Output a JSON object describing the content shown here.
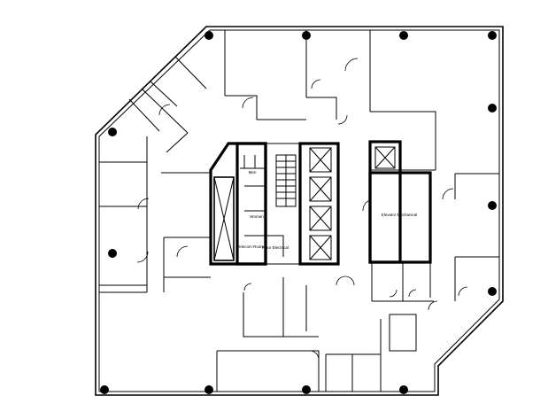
{
  "plan": {
    "labels": {
      "men": "Men",
      "women": "Women",
      "telecom": "Telecom\nRoom",
      "electrical": "Floor\nElectrical",
      "elevator_mechanical": "Elevator Mechanical"
    },
    "icons": {
      "column": "column-dot",
      "elevator": "elevator-x-box",
      "door": "door-swing-arc"
    }
  }
}
